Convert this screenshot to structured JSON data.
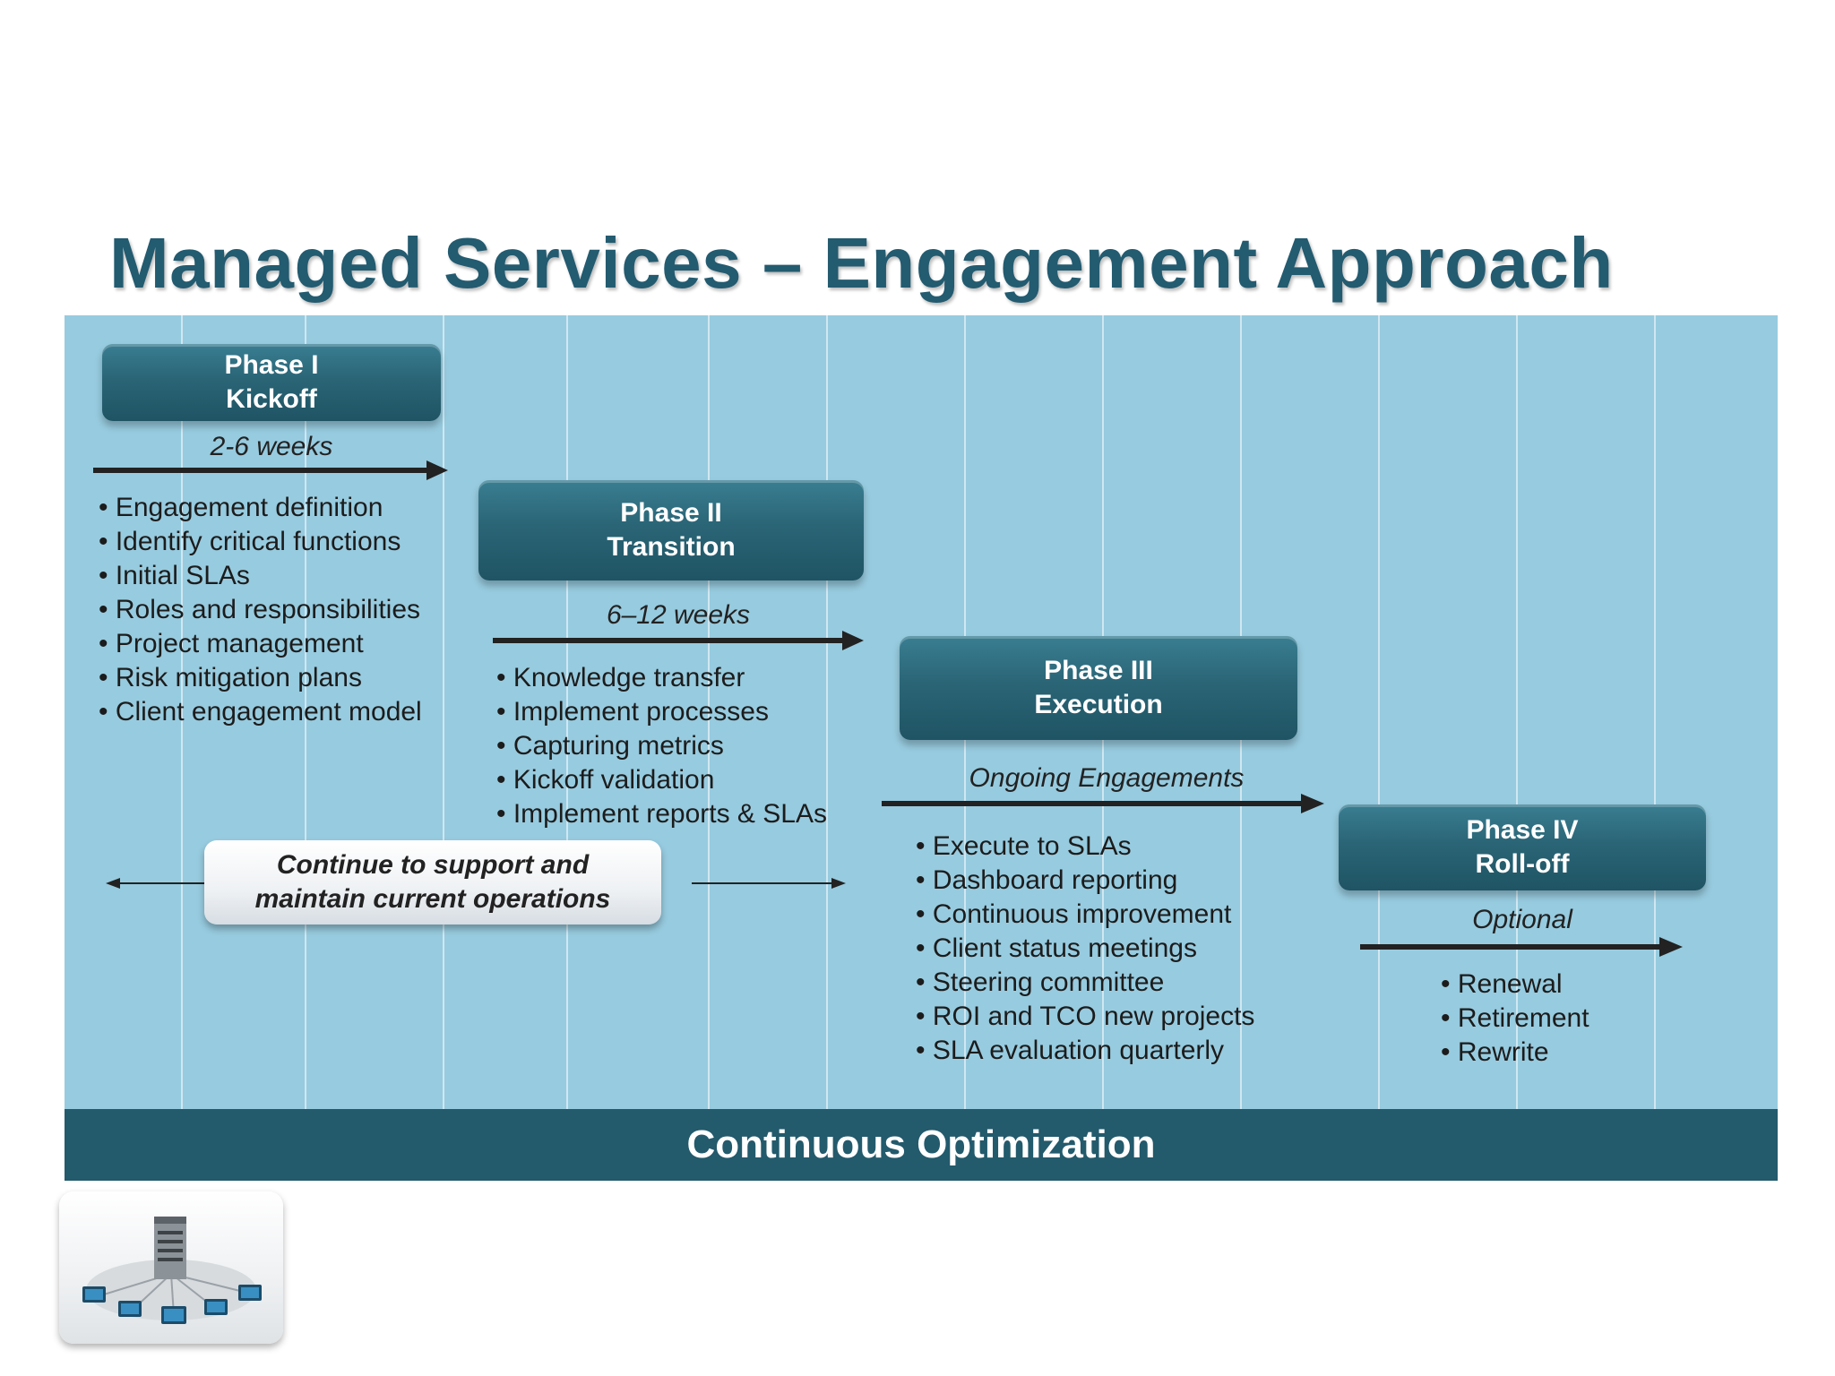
{
  "title": "Managed Services – Engagement Approach",
  "phases": [
    {
      "name": "Phase I",
      "subtitle": "Kickoff",
      "duration": "2-6 weeks",
      "items": [
        "Engagement definition",
        "Identify critical functions",
        "Initial SLAs",
        "Roles and responsibilities",
        "Project management",
        "Risk mitigation plans",
        "Client engagement model"
      ]
    },
    {
      "name": "Phase II",
      "subtitle": "Transition",
      "duration": "6–12 weeks",
      "items": [
        "Knowledge transfer",
        "Implement processes",
        "Capturing metrics",
        "Kickoff validation",
        "Implement reports & SLAs"
      ]
    },
    {
      "name": "Phase III",
      "subtitle": "Execution",
      "duration": "Ongoing Engagements",
      "items": [
        "Execute to SLAs",
        "Dashboard reporting",
        "Continuous improvement",
        "Client status meetings",
        "Steering committee",
        "ROI and TCO new projects",
        "SLA evaluation quarterly"
      ]
    },
    {
      "name": "Phase IV",
      "subtitle": "Roll-off",
      "duration": "Optional",
      "items": [
        "Renewal",
        "Retirement",
        "Rewrite"
      ]
    }
  ],
  "support": {
    "line1": "Continue to support and",
    "line2": "maintain current operations"
  },
  "footer": "Continuous Optimization",
  "colors": {
    "panel": "#97cbdf",
    "phase_box": "#2a6576",
    "footer_bar": "#235a6c",
    "title": "#235b70"
  },
  "icons": {
    "logo": "network-computers-icon"
  }
}
